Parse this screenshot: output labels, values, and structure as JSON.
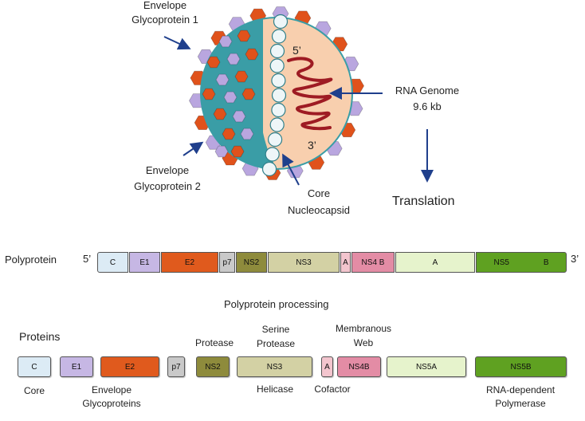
{
  "colors": {
    "teal": "#3a9da6",
    "peach": "#f8cfae",
    "orange": "#e0521b",
    "lavender": "#b9a6df",
    "rna": "#9e1b23",
    "arrow": "#1f3f8c",
    "C": "#dcebf5",
    "E1": "#c6b7e4",
    "E2": "#e05a1d",
    "p7": "#c9c9c9",
    "NS2": "#8e8b3c",
    "NS3": "#d3d1a4",
    "A_small": "#f3c5ce",
    "NS4B": "#e38ca5",
    "NS5A": "#e6f3cc",
    "NS5B": "#5fa121"
  },
  "virion": {
    "envelope1_label": "Envelope\nGlycoprotein 1",
    "envelope2_label": "Envelope\nGlycoprotein 2",
    "five_prime": "5’",
    "three_prime": "3’",
    "rna_label": "RNA Genome\n9.6 kb",
    "core_label": "Core\nNucleocapsid",
    "translation_label": "Translation"
  },
  "polyprotein": {
    "label": "Polyprotein",
    "five_prime": "5’",
    "three_prime": "3’",
    "segments": [
      {
        "label": "C",
        "label2": "",
        "color": "#dcebf5"
      },
      {
        "label": "E1",
        "label2": "",
        "color": "#c6b7e4"
      },
      {
        "label": "E2",
        "label2": "",
        "color": "#e05a1d"
      },
      {
        "label": "p7",
        "label2": "",
        "color": "#c9c9c9"
      },
      {
        "label": "NS2",
        "label2": "",
        "color": "#8e8b3c"
      },
      {
        "label": "NS3",
        "label2": "",
        "color": "#d3d1a4"
      },
      {
        "label": "A",
        "label2": "",
        "color": "#f3c5ce"
      },
      {
        "label": "NS4 B",
        "label2": "",
        "color": "#e38ca5"
      },
      {
        "label": "A",
        "label2": "",
        "color": "#e6f3cc"
      },
      {
        "label": "NS5",
        "label2": "B",
        "color": "#5fa121"
      }
    ]
  },
  "processing": {
    "title": "Polyprotein processing",
    "proteins_label": "Proteins",
    "proteins": [
      {
        "label": "C",
        "color": "#dcebf5"
      },
      {
        "label": "E1",
        "color": "#c6b7e4"
      },
      {
        "label": "E2",
        "color": "#e05a1d"
      },
      {
        "label": "p7",
        "color": "#c9c9c9"
      },
      {
        "label": "NS2",
        "color": "#8e8b3c"
      },
      {
        "label": "NS3",
        "color": "#d3d1a4"
      },
      {
        "label": "A",
        "color": "#f3c5ce"
      },
      {
        "label": "NS4B",
        "color": "#e38ca5"
      },
      {
        "label": "NS5A",
        "color": "#e6f3cc"
      },
      {
        "label": "NS5B",
        "color": "#5fa121"
      }
    ],
    "annotations": {
      "protease": "Protease",
      "serine_protease": "Serine\nProtease",
      "membranous_web": "Membranous\nWeb",
      "core": "Core",
      "envelope_glyco": "Envelope\nGlycoproteins",
      "helicase": "Helicase",
      "cofactor": "Cofactor",
      "rna_polymerase": "RNA-dependent\nPolymerase"
    }
  }
}
